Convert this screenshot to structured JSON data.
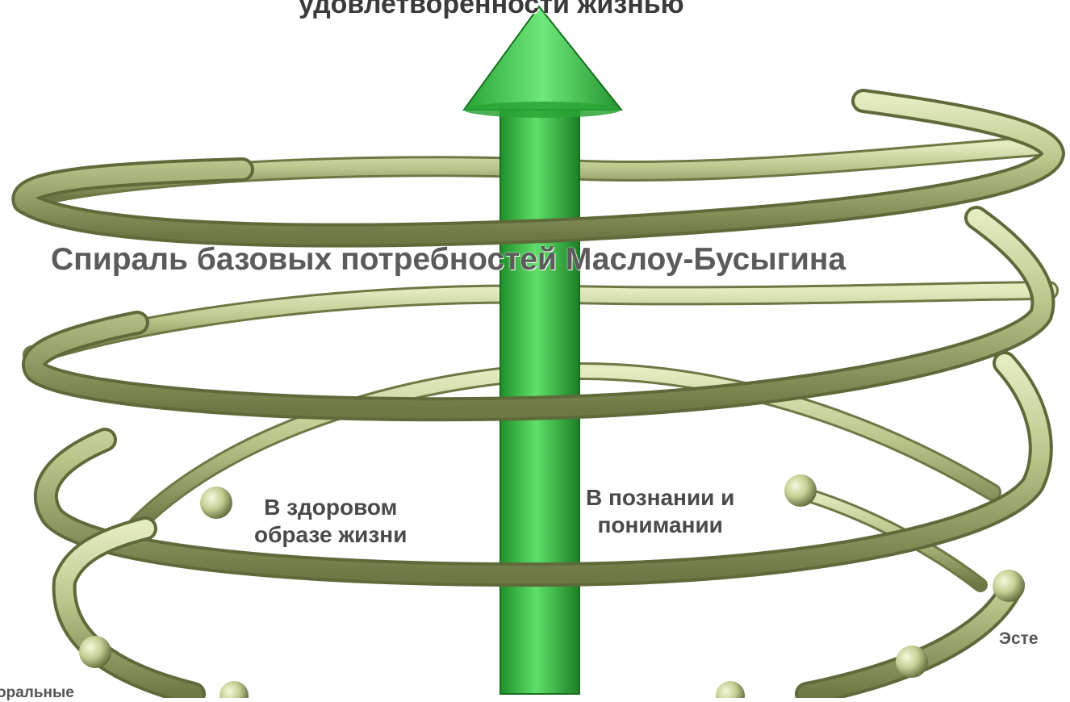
{
  "diagram": {
    "top_label_cut": "удовлетворённости жизнью",
    "title": "Спираль базовых потребностей Маслоу-Бусыгина",
    "labels": {
      "healthy_lifestyle": [
        "В  здоровом",
        "образе жизни"
      ],
      "cognition": [
        "В познании и",
        "понимании"
      ],
      "aesthetic_cut": "Эсте",
      "bottom_left_cut": "оральные"
    },
    "colors": {
      "arrow": "#3ec24a",
      "arrow_dark": "#1f8e2a",
      "spiral": "#b9c68a",
      "spiral_dark": "#5f6a3a",
      "text": "#5b5b5b"
    }
  }
}
